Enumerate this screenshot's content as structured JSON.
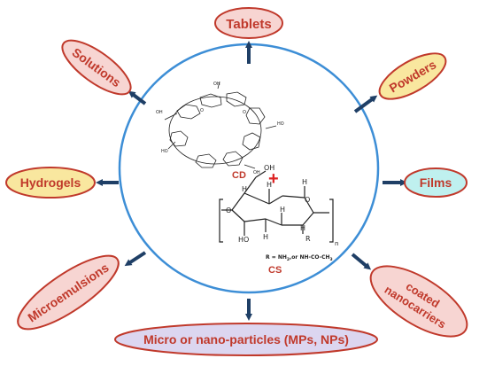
{
  "center": {
    "cd_label": "CD",
    "plus": "+",
    "cs_label": "CS",
    "cs_formula": {
      "r_prefix": "R = NH",
      "r_sub": "2",
      "r_suffix": ",or NH-CO-CH",
      "r_sub2": "3",
      "repeat_n": "n",
      "atom_o": "O",
      "atom_oh": "OH",
      "atom_h": "H",
      "atom_r": "R",
      "atom_ho": "HO"
    },
    "cd_atoms": {
      "oh": "OH",
      "o": "O",
      "ho": "HO"
    }
  },
  "nodes": {
    "tablets": "Tablets",
    "powders": "Powders",
    "films": "Films",
    "coated_line1": "coated",
    "coated_line2": "nanocarriers",
    "particles": "Micro or nano-particles (MPs, NPs)",
    "microemulsions": "Microemulsions",
    "hydrogels": "Hydrogels",
    "solutions": "Solutions"
  },
  "colors": {
    "circle_stroke": "#3d8ed6",
    "arrow": "#1f3f66",
    "node_stroke": "#c0392b",
    "label_text": "#c0392b",
    "pink_fill": "#f7d5d2",
    "yellow_fill": "#f9e79f",
    "cyan_fill": "#bff0ef",
    "lavender_fill": "#dcd6f0"
  },
  "icons": {
    "arrow": "arrow-icon"
  }
}
